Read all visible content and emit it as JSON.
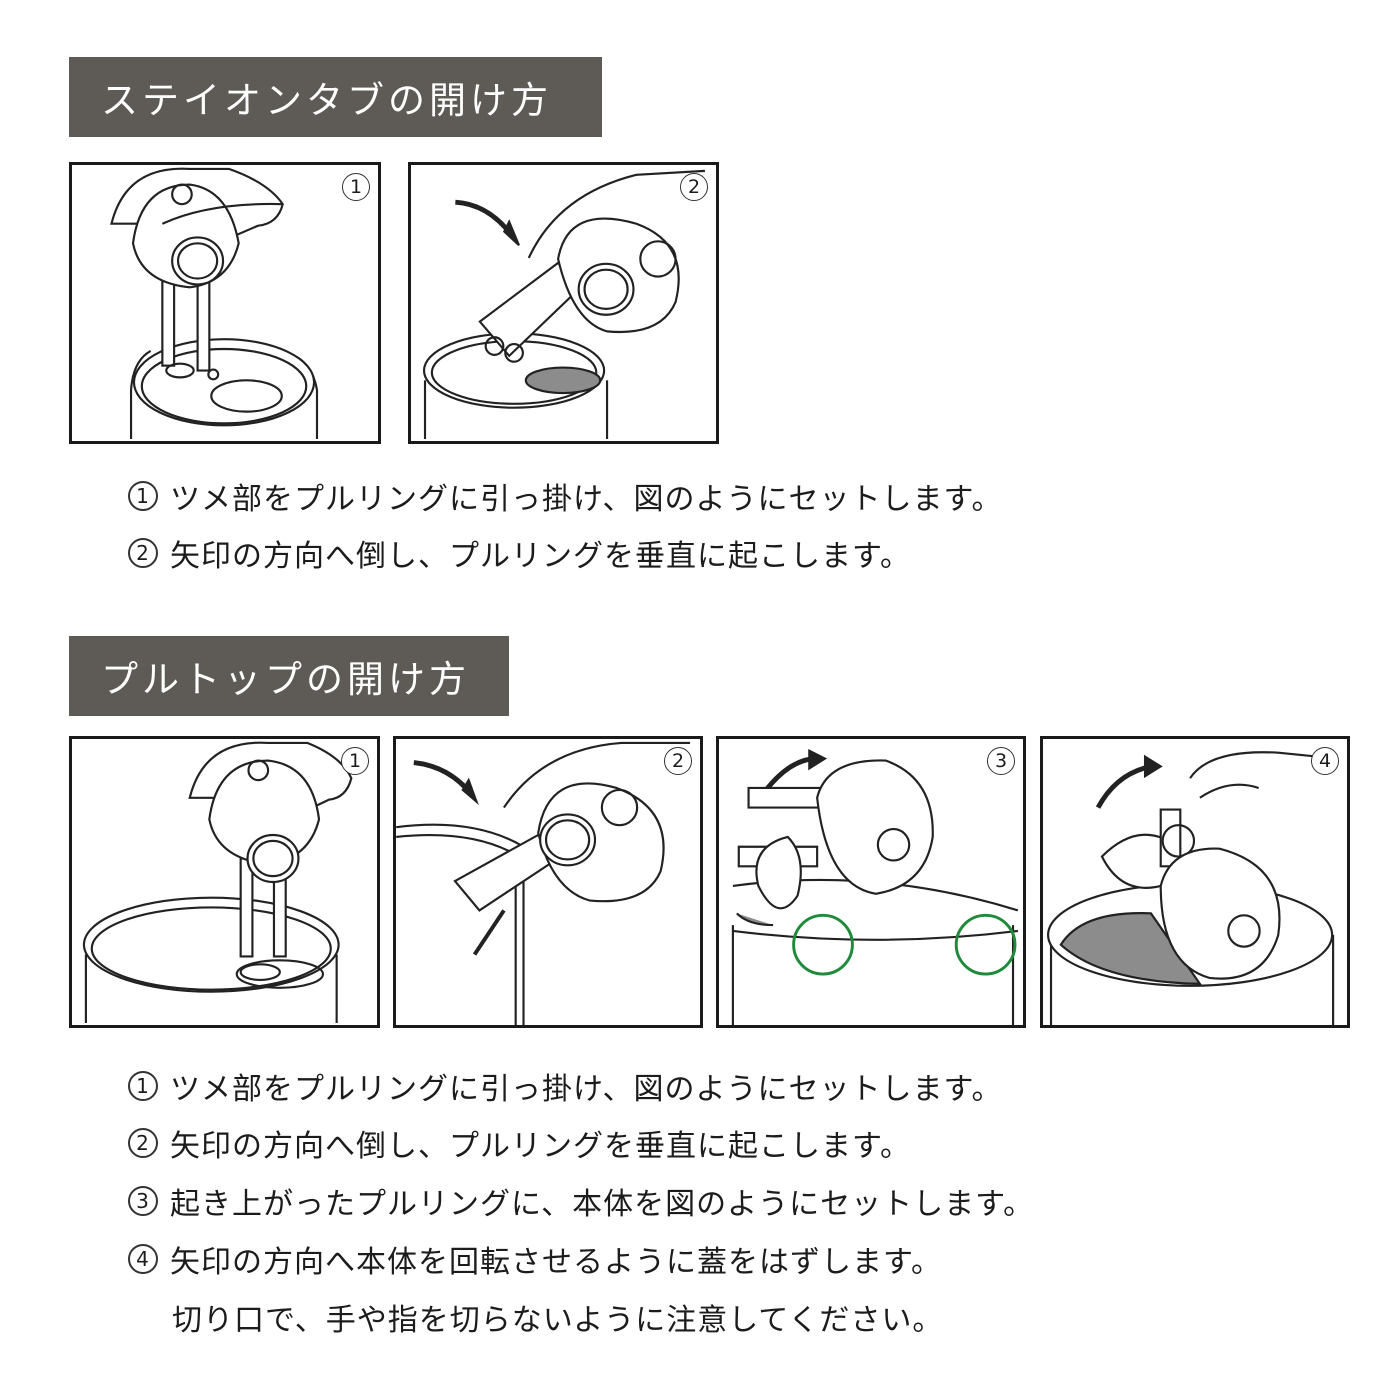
{
  "stay_on_tab": {
    "title": "ステイオンタブの開け方",
    "panels": [
      {
        "number": "1"
      },
      {
        "number": "2"
      }
    ],
    "instructions": [
      {
        "number": "1",
        "text": "ツメ部をプルリングに引っ掛け、図のようにセットします。"
      },
      {
        "number": "2",
        "text": "矢印の方向へ倒し、プルリングを垂直に起こします。"
      }
    ]
  },
  "pull_top": {
    "title": "プルトップの開け方",
    "panels": [
      {
        "number": "1"
      },
      {
        "number": "2"
      },
      {
        "number": "3"
      },
      {
        "number": "4"
      }
    ],
    "instructions": [
      {
        "number": "1",
        "text": "ツメ部をプルリングに引っ掛け、図のようにセットします。"
      },
      {
        "number": "2",
        "text": "矢印の方向へ倒し、プルリングを垂直に起こします。"
      },
      {
        "number": "3",
        "text": "起き上がったプルリングに、本体を図のようにセットします。"
      },
      {
        "number": "4",
        "text": "矢印の方向へ本体を回転させるように蓋をはずします。"
      }
    ],
    "caution": "切り口で、手や指を切らないように注意してください。"
  },
  "colors": {
    "header_bg": "#5e5a55",
    "highlight_circle": "#1e8a3a",
    "lid_opening": "#8c8c8c"
  }
}
